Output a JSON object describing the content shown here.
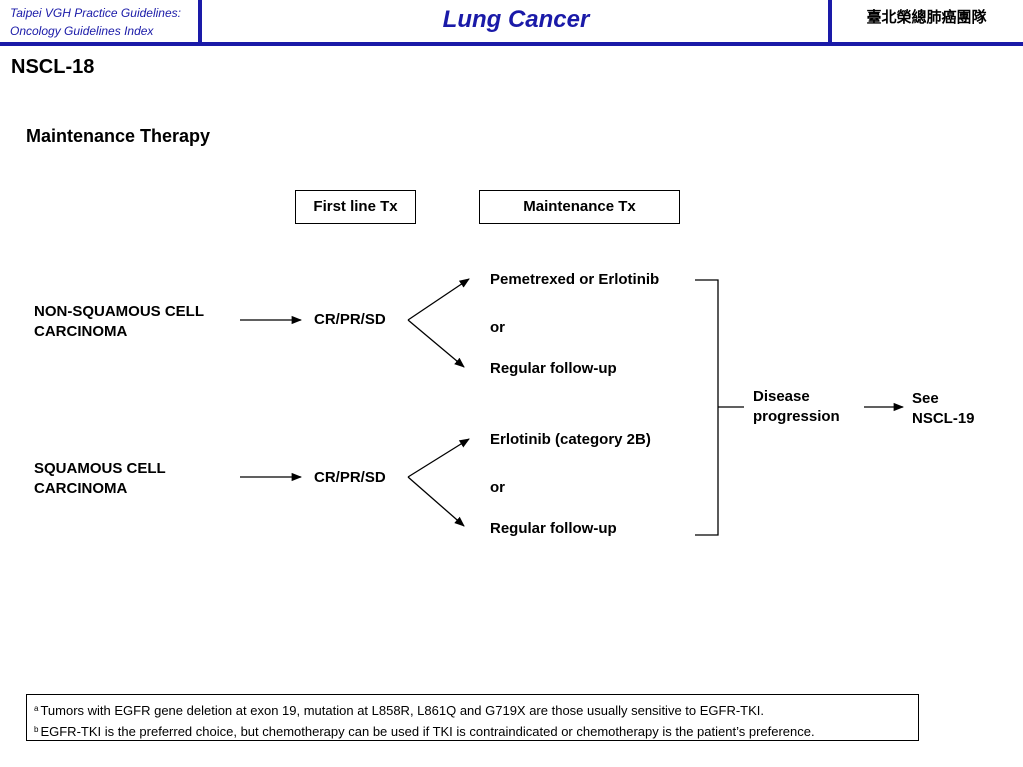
{
  "header": {
    "left_line1": "Taipei VGH Practice Guidelines:",
    "left_line2": "Oncology Guidelines Index",
    "title": "Lung Cancer",
    "right": "臺北榮總肺癌團隊",
    "bar_color": "#1a1aa8"
  },
  "page_code": "NSCL-18",
  "section_title": "Maintenance Therapy",
  "columns": {
    "first_line": "First line Tx",
    "maintenance": "Maintenance Tx"
  },
  "groups": [
    {
      "histology_line1": "NON-SQUAMOUS CELL",
      "histology_line2": "CARCINOMA",
      "response": "CR/PR/SD",
      "option1": "Pemetrexed or Erlotinib",
      "connector": "or",
      "option2": "Regular follow-up"
    },
    {
      "histology_line1": "SQUAMOUS CELL",
      "histology_line2": "CARCINOMA",
      "response": "CR/PR/SD",
      "option1": "Erlotinib (category 2B)",
      "connector": "or",
      "option2": "Regular follow-up"
    }
  ],
  "outcome": {
    "line1": "Disease",
    "line2": "progression"
  },
  "see": {
    "line1": "See",
    "line2": "NSCL-19"
  },
  "footnotes": [
    {
      "marker": "a",
      "text": "Tumors with EGFR gene deletion at exon 19, mutation at L858R, L861Q and G719X are those usually sensitive to EGFR-TKI."
    },
    {
      "marker": "b",
      "text": "EGFR-TKI is the preferred choice, but chemotherapy can be used if TKI is contraindicated or chemotherapy is the patient’s preference."
    }
  ]
}
